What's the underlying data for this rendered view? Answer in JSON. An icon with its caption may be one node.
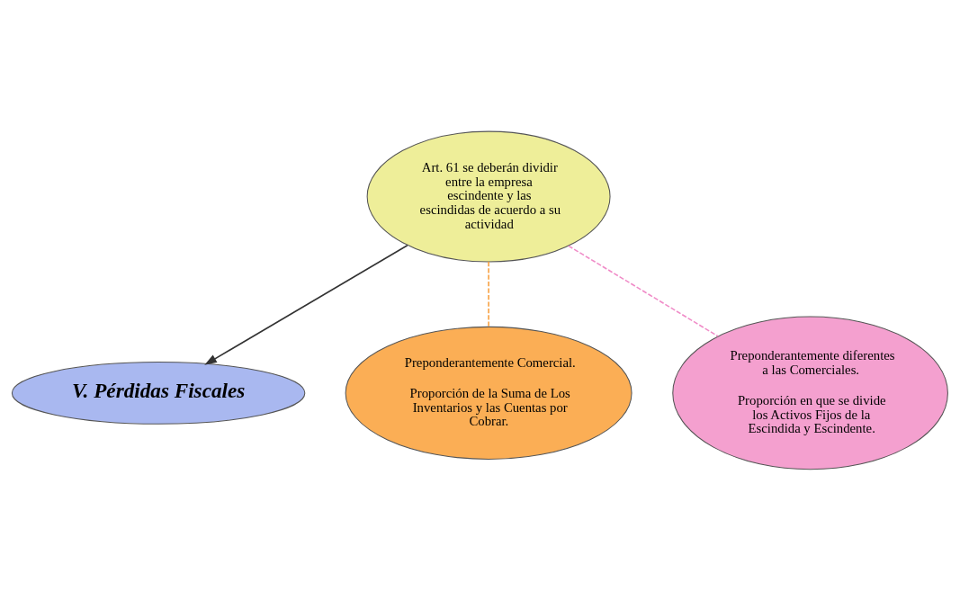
{
  "diagram": {
    "nodes": [
      {
        "text": [
          "Art. 61 se deberán dividir entre la empresa escindente y las escindidas de acuerdo a su actividad"
        ]
      },
      {
        "text": [
          "V. Pérdidas Fiscales"
        ]
      },
      {
        "text": [
          "Preponderantemente Comercial.",
          "Proporción de la Suma de Los Inventarios y las Cuentas por Cobrar."
        ]
      },
      {
        "text": [
          "Preponderantemente diferentes a las Comerciales.",
          "Proporción en que se divide los Activos Fijos de la Escindida y Escindente."
        ]
      }
    ],
    "edges": [
      {
        "from": 0,
        "to": 1,
        "arrow": "to"
      },
      {
        "from": 0,
        "to": 2,
        "arrow": "none",
        "style": "dashed",
        "color": "#f7a040"
      },
      {
        "from": 0,
        "to": 3,
        "arrow": "none",
        "style": "dashed",
        "color": "#f08cc8"
      }
    ]
  }
}
